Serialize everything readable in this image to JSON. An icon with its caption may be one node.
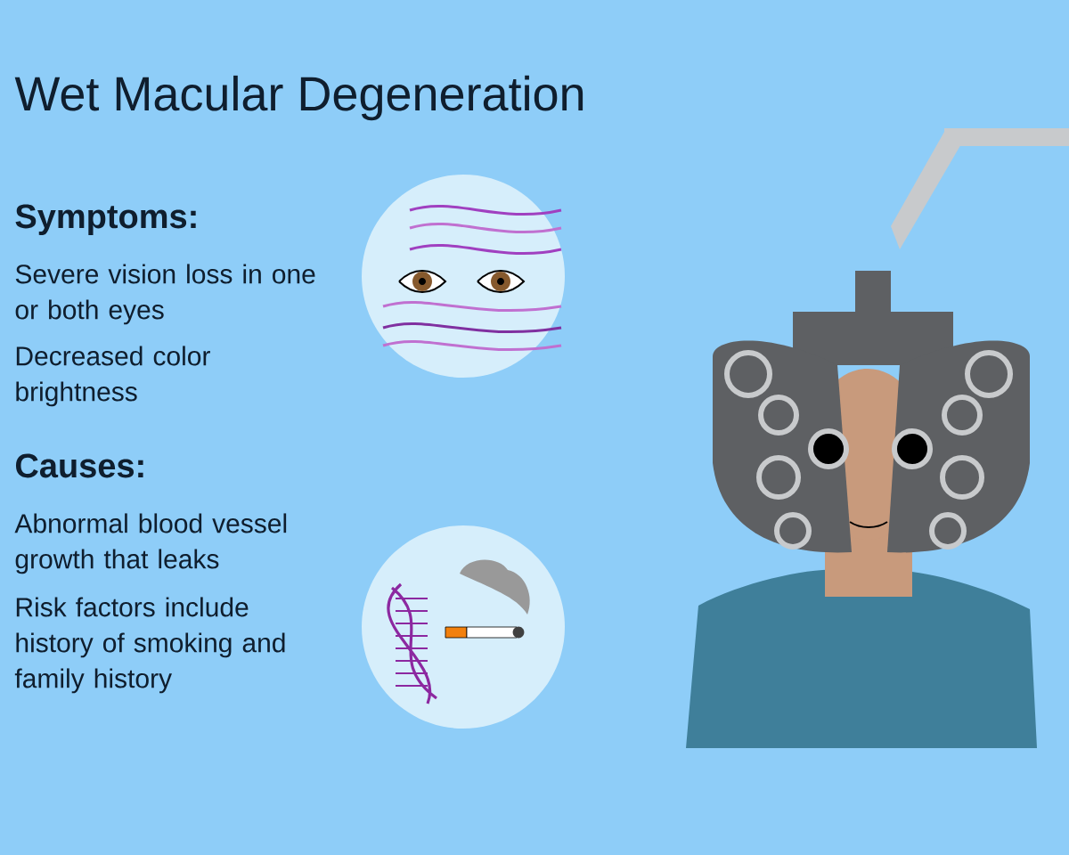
{
  "diagram": {
    "title": "Wet Macular Degeneration",
    "labels": [
      "Symptoms:",
      "Severe vision loss in one or both eyes",
      "Decreased color brightness",
      "Causes:",
      "Abnormal blood vessel growth that leaks",
      "Risk factors include history of smoking and family history"
    ]
  }
}
